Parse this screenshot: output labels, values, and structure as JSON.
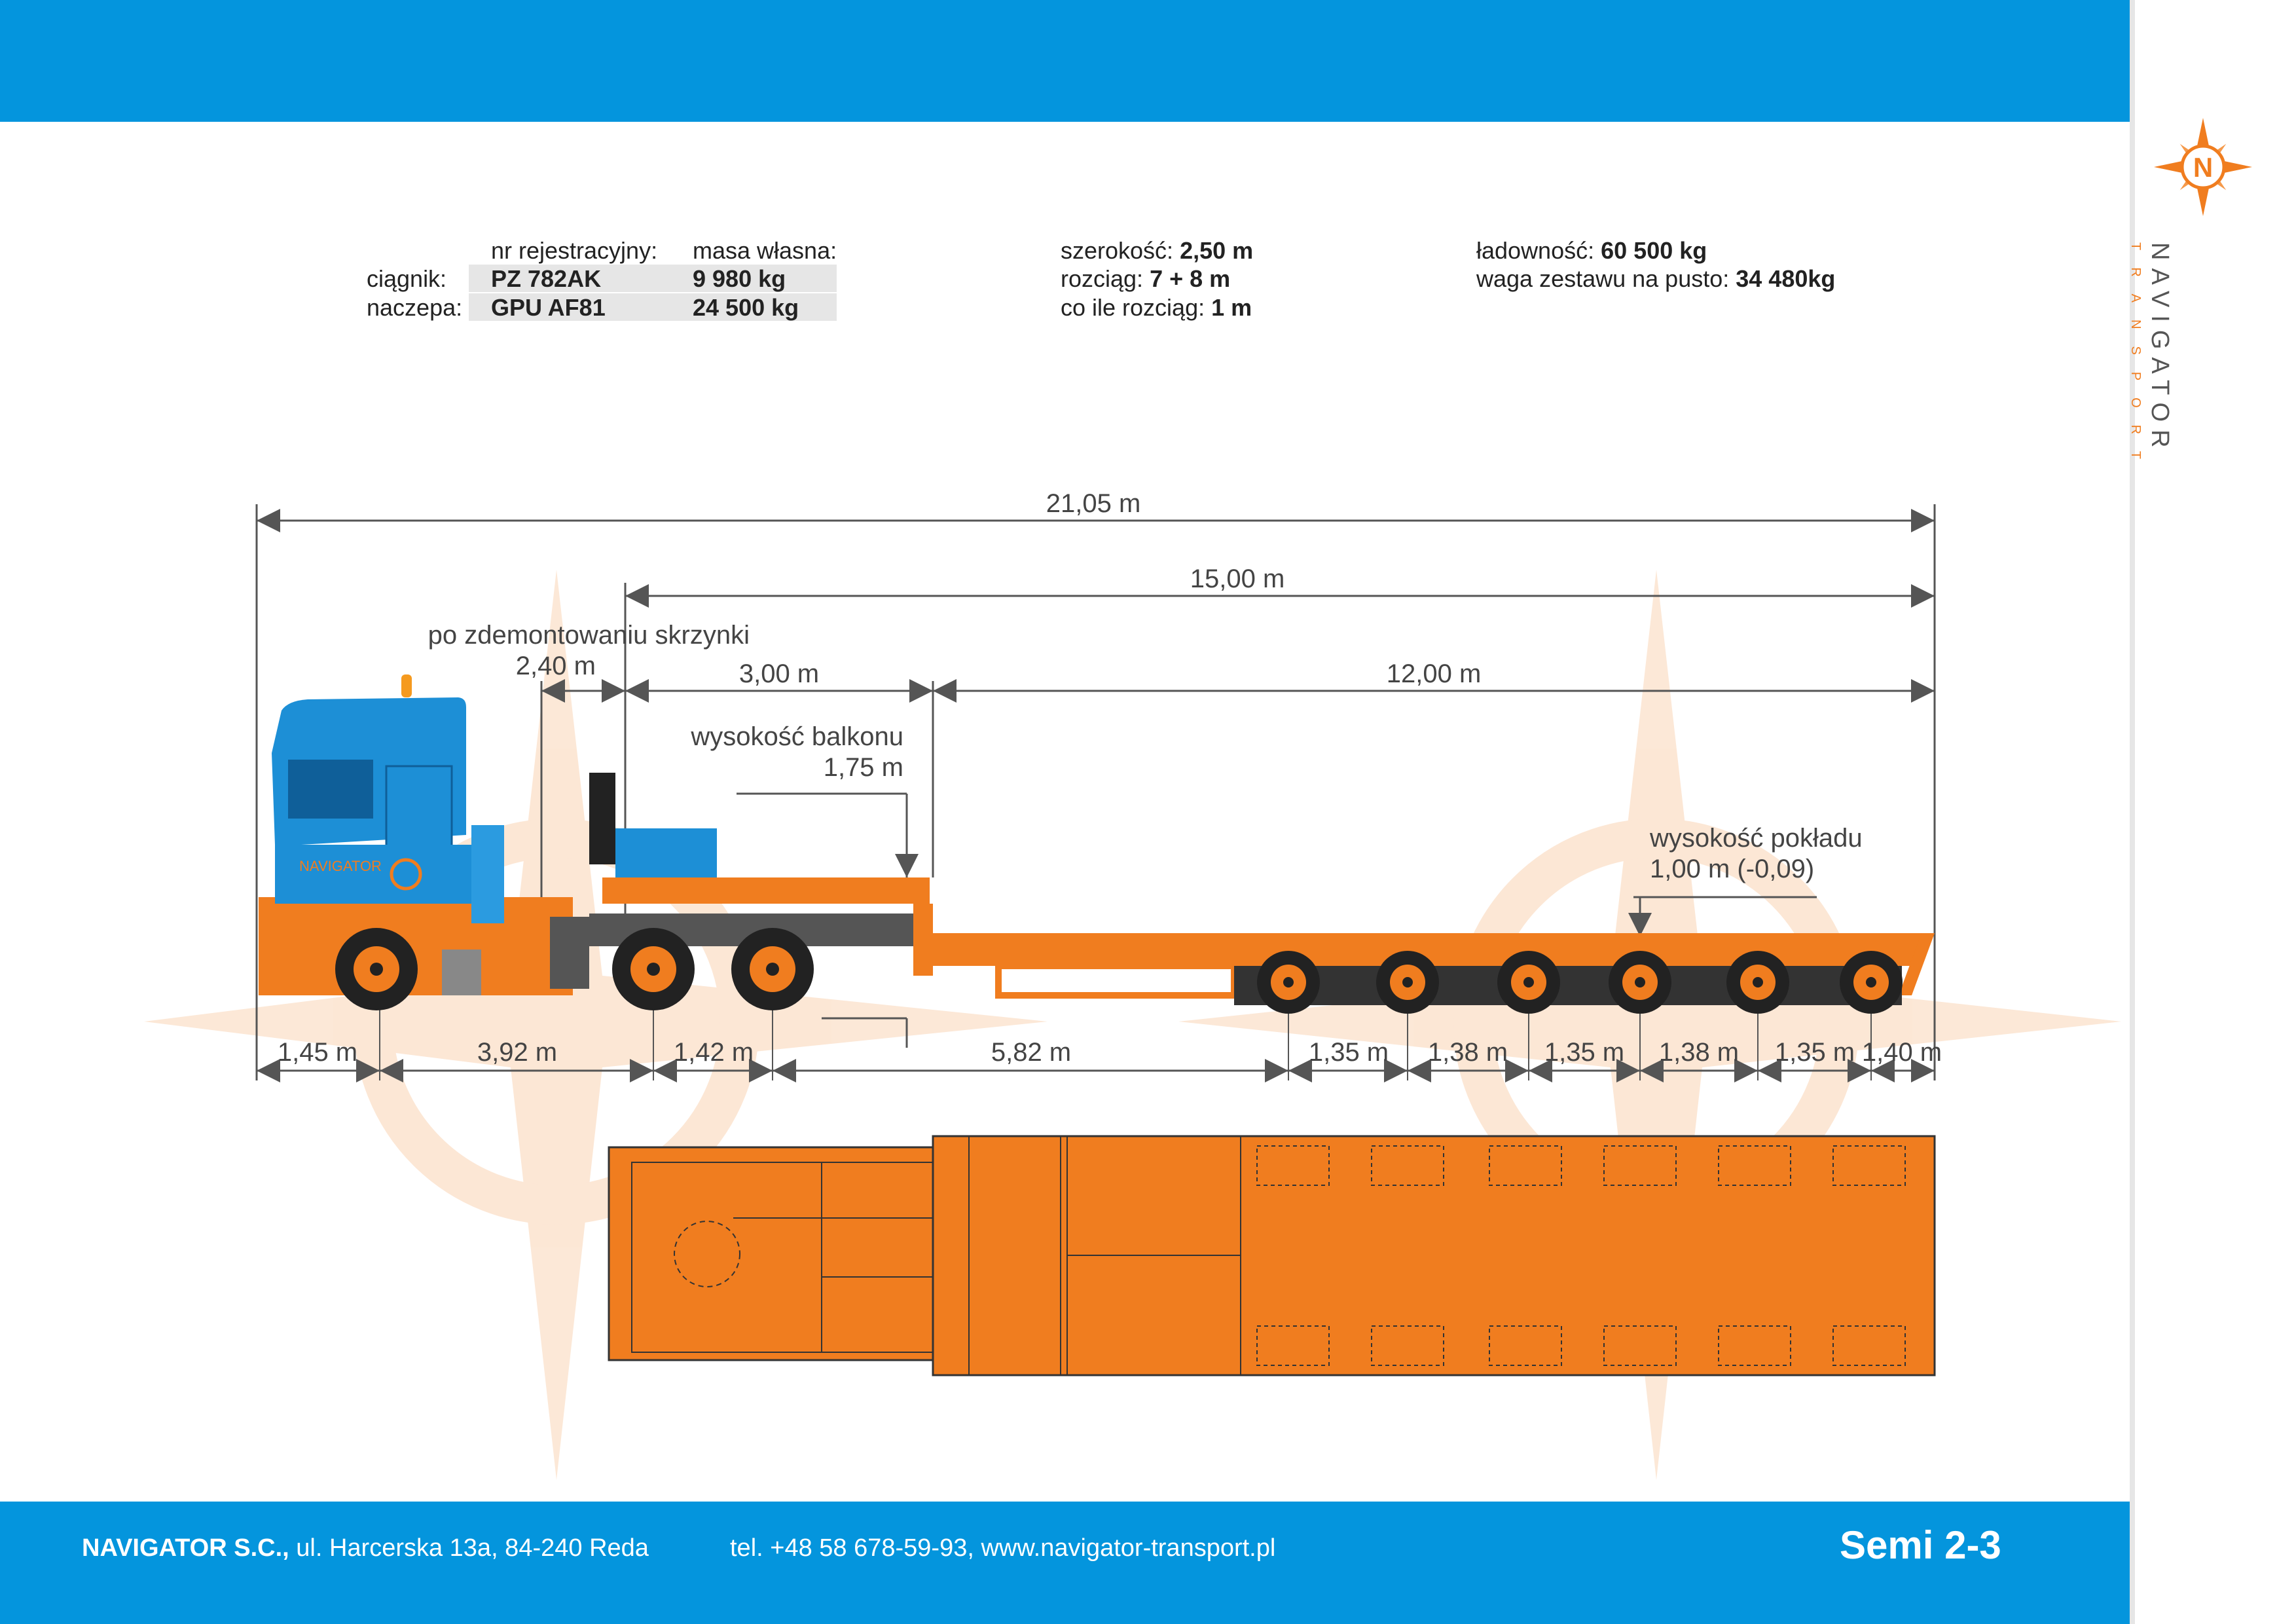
{
  "specs": {
    "reg_header": "nr rejestracyjny:",
    "mass_header": "masa własna:",
    "tractor_label": "ciągnik:",
    "tractor_reg": "PZ 782AK",
    "tractor_mass": "9 980 kg",
    "trailer_label": "naczepa:",
    "trailer_reg": "GPU AF81",
    "trailer_mass": "24 500 kg",
    "width_label": "szerokość:",
    "width_value": "2,50 m",
    "ext_label": "rozciąg:",
    "ext_value": "7 + 8 m",
    "step_label": "co ile rozciąg:",
    "step_value": "1 m",
    "payload_label": "ładowność:",
    "payload_value": "60 500 kg",
    "empty_label": "waga zestawu na pusto:",
    "empty_value": "34 480kg"
  },
  "dimensions": {
    "total": "21,05 m",
    "trailer": "15,00 m",
    "box_note": "po zdemontowaniu skrzynki",
    "box": "2,40 m",
    "gooseneck": "3,00 m",
    "deck": "12,00 m",
    "balcony_label": "wysokość balkonu",
    "balcony_value": "1,75 m",
    "deck_height_label": "wysokość pokładu",
    "deck_height_value": "1,00 m (-0,09)",
    "bottom": [
      "1,45 m",
      "3,92 m",
      "1,42 m",
      "5,82 m",
      "1,35 m",
      "1,38 m",
      "1,35 m",
      "1,38 m",
      "1,35 m",
      "1,40 m"
    ]
  },
  "brand": {
    "name": "NAVIGATOR",
    "sub": "TRANSPORT",
    "logo_letter": "N",
    "cab_text": "NAVIGATOR"
  },
  "footer": {
    "company": "NAVIGATOR S.C.,",
    "address": "ul. Harcerska  13a, 84-240 Reda",
    "contact": "tel.  +48 58 678-59-93, www.navigator-transport.pl",
    "code": "Semi 2-3"
  },
  "colors": {
    "blue": "#0495dd",
    "orange": "#f07d1f",
    "cab_blue": "#1d8fd6"
  }
}
